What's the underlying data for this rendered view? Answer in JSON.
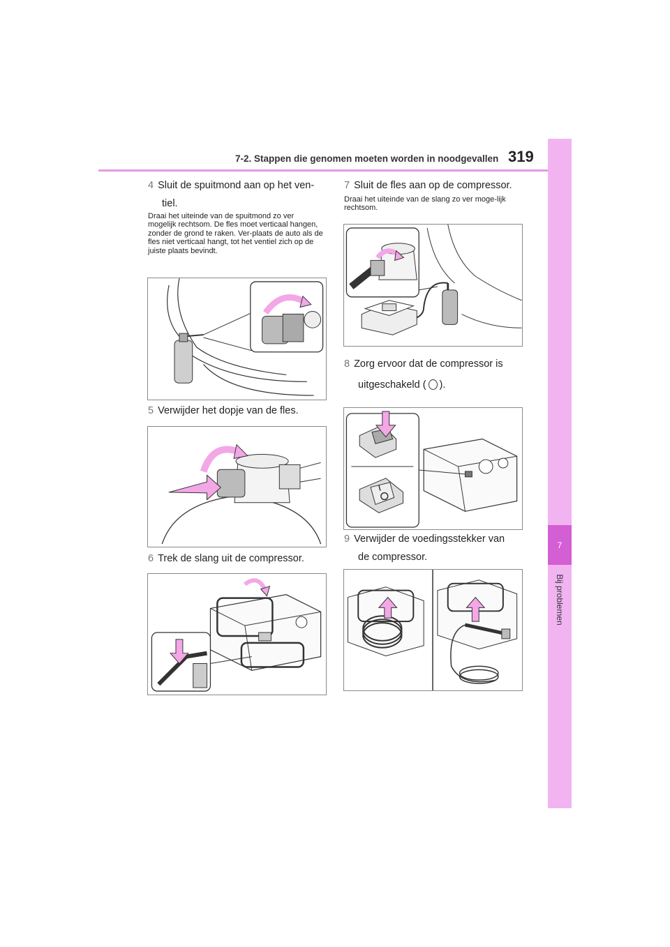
{
  "header": {
    "section_title": "7-2. Stappen die genomen moeten worden in noodgevallen",
    "page_number": "319"
  },
  "side_tab": {
    "chapter_number": "7",
    "chapter_label": "Bij problemen"
  },
  "steps": {
    "s4": {
      "num": "4",
      "text_line1": "Sluit de spuitmond aan op het ven-",
      "text_line2": "tiel.",
      "note": "Draai het uiteinde van de spuitmond zo ver mogelijk rechtsom. De fles moet verticaal hangen, zonder de grond te raken. Ver-plaats de auto als de fles niet verticaal hangt, tot het ventiel zich op de juiste plaats bevindt."
    },
    "s5": {
      "num": "5",
      "text": "Verwijder het dopje van de fles."
    },
    "s6": {
      "num": "6",
      "text": "Trek de slang uit de compressor."
    },
    "s7": {
      "num": "7",
      "text": "Sluit de fles aan op de compressor.",
      "note": "Draai het uiteinde van de slang zo ver moge-lijk rechtsom."
    },
    "s8": {
      "num": "8",
      "text_line1": "Zorg ervoor dat de compressor is",
      "text_line2_before": "uitgeschakeld (",
      "text_line2_after": ")."
    },
    "s9": {
      "num": "9",
      "text_line1": "Verwijder de voedingsstekker van",
      "text_line2": "de compressor."
    }
  },
  "colors": {
    "arrow_pink": "#f3a7e6",
    "side_tab": "#f1b4f1",
    "side_tab_active": "#d45ed4",
    "header_rule": "#e49ae4"
  }
}
